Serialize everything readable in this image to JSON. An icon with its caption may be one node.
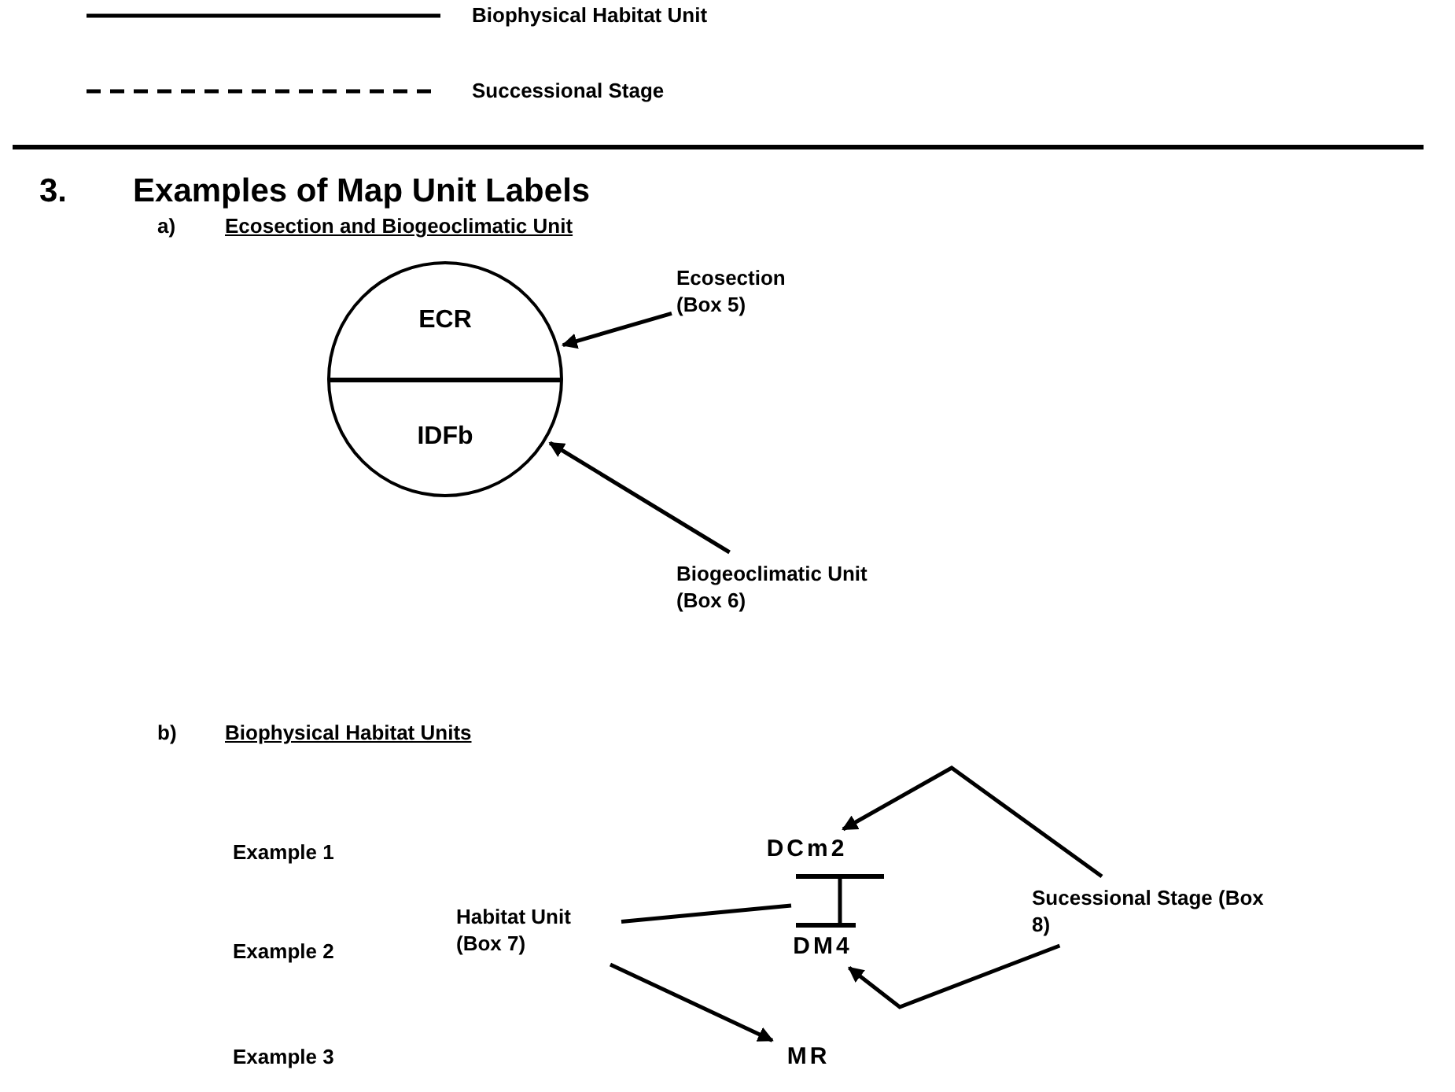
{
  "diagram": {
    "title": "3. Examples of Map Unit Labels",
    "nodes": [
      {
        "text": [
          "ECR",
          "IDFb"
        ]
      },
      {
        "text": [
          "Ecosection (Box 5)"
        ]
      },
      {
        "text": [
          "Biogeoclimatic Unit (Box 6)"
        ]
      },
      {
        "text": [
          "DCm2"
        ]
      },
      {
        "text": [],
        "shape": "bar"
      },
      {
        "text": [
          "Habitat Unit (Box 7)"
        ]
      },
      {
        "text": [
          "Sucessional Stage (Box 8)"
        ]
      },
      {
        "text": [
          "DM4"
        ]
      },
      {
        "text": [
          "MR"
        ]
      }
    ],
    "edges": [
      {
        "from": 1,
        "to": 0,
        "arrow": "to"
      },
      {
        "from": 2,
        "to": 0,
        "arrow": "to"
      },
      {
        "from": 5,
        "to": 4,
        "arrow": "none"
      },
      {
        "from": 5,
        "to": 8,
        "arrow": "to"
      },
      {
        "from": 6,
        "to": 3,
        "arrow": "to"
      },
      {
        "from": 6,
        "to": 7,
        "arrow": "to"
      }
    ],
    "labels": [
      "a)",
      "Ecosection and Biogeoclimatic Unit",
      "b)",
      "Biophysical Habitat Units",
      "Example 1",
      "Example 2",
      "Example 3"
    ],
    "legend": [
      {
        "text": "Biophysical Habitat Unit"
      },
      {
        "text": "Successional Stage"
      }
    ]
  }
}
